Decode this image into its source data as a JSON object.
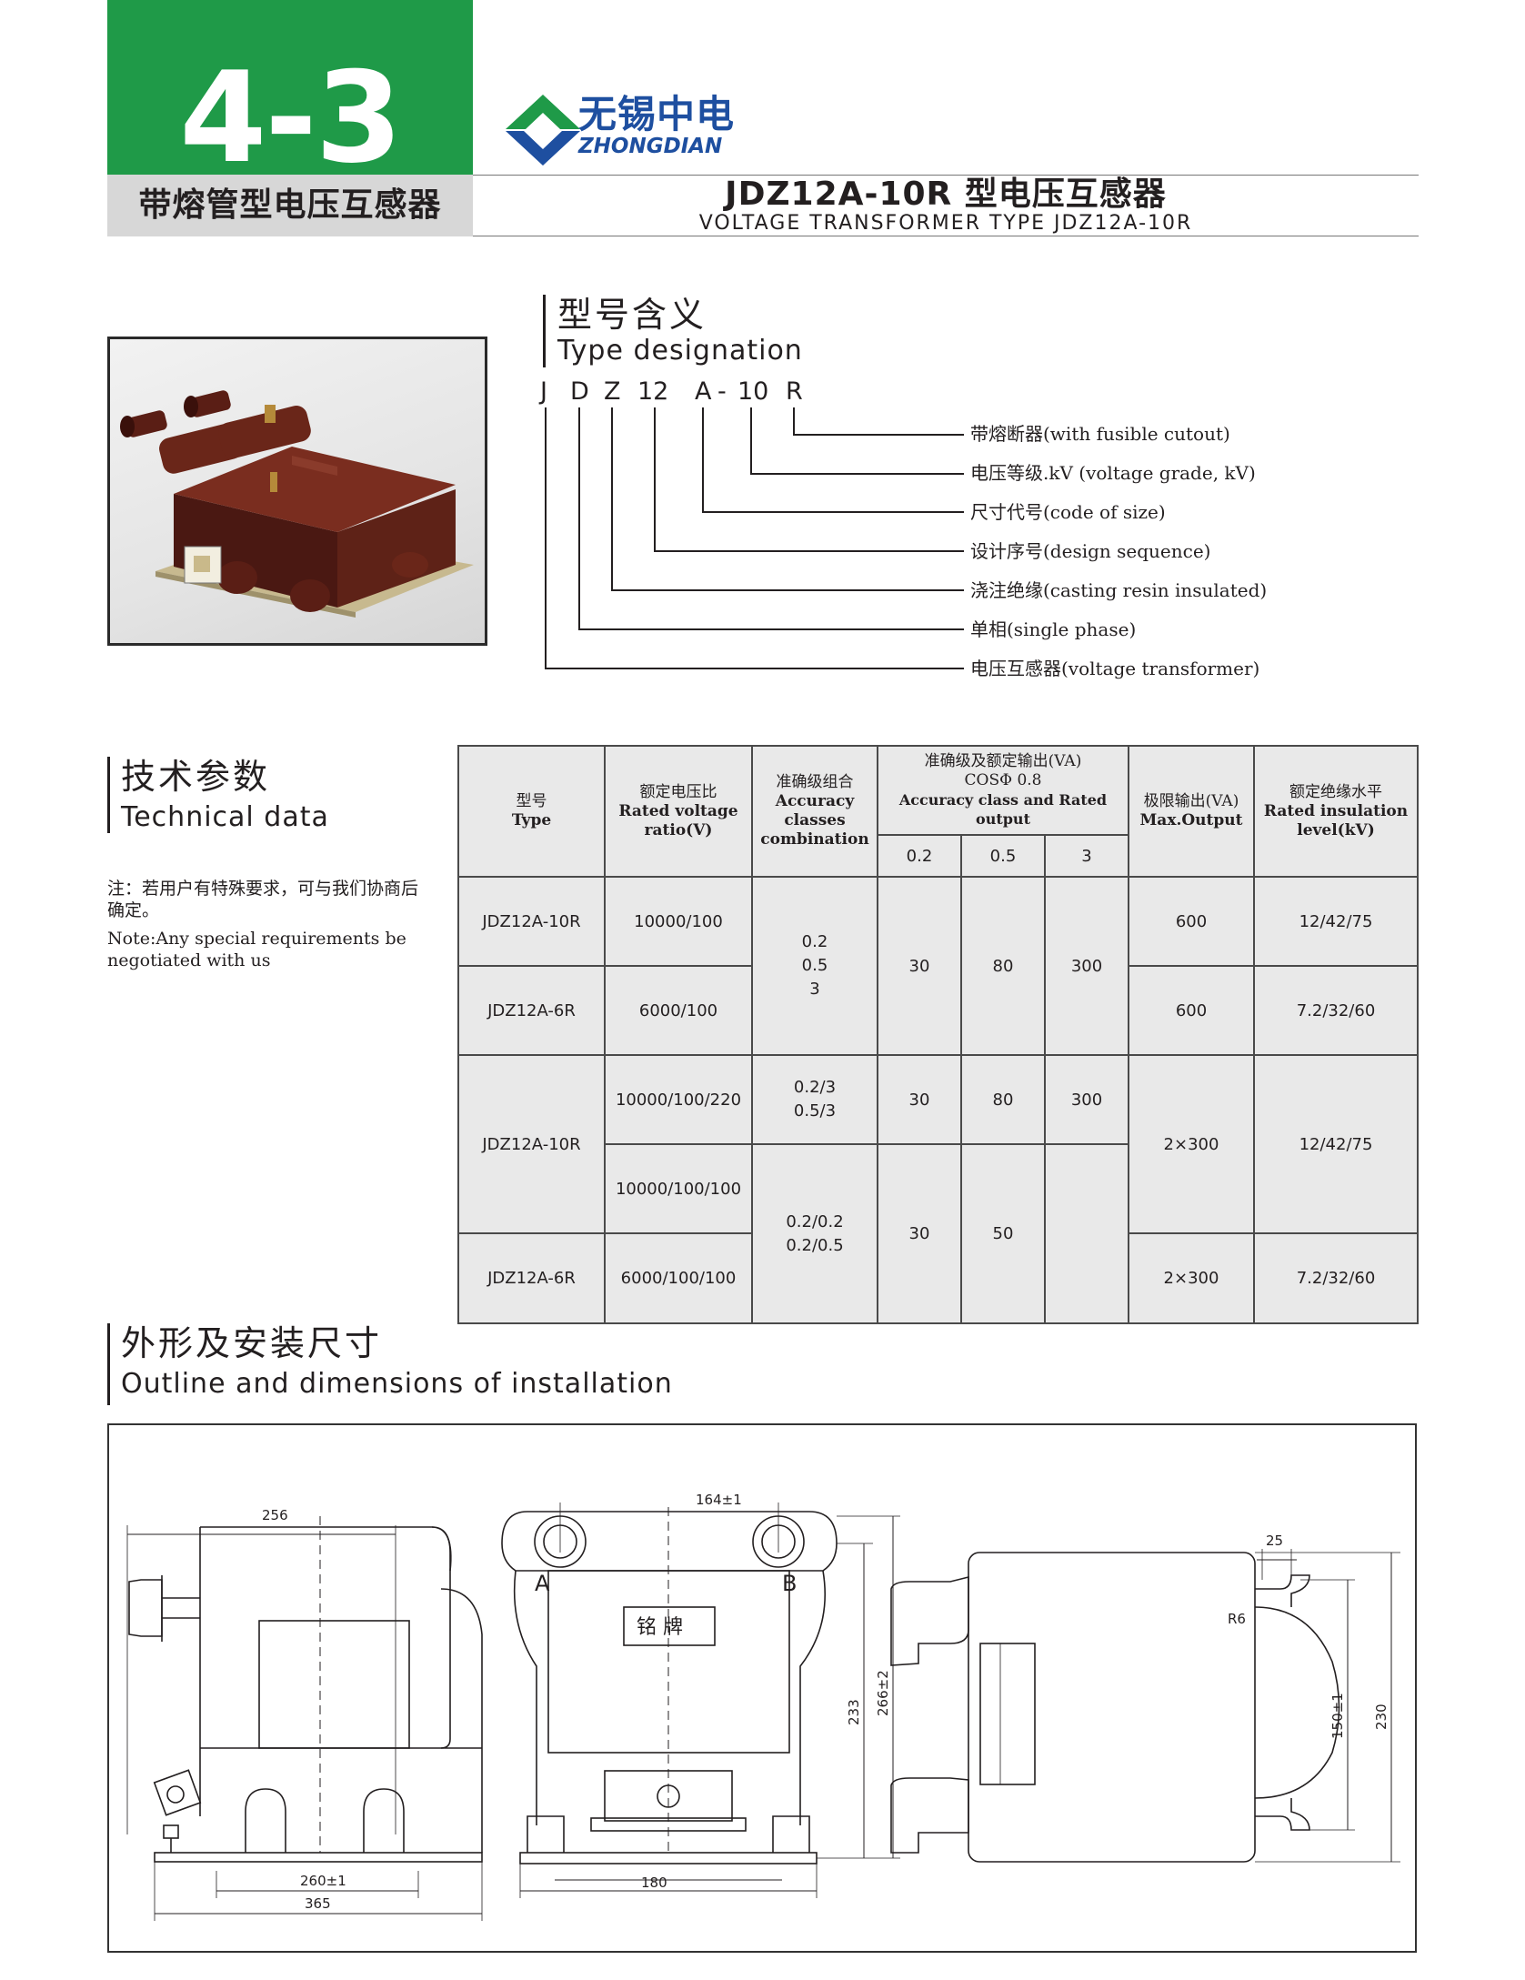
{
  "header": {
    "section_number": "4-3",
    "section_subtitle": "带熔管型电压互感器",
    "brand_cn": "无锡中电",
    "brand_en": "ZHONGDIAN",
    "title_cn": "JDZ12A-10R 型电压互感器",
    "title_en": "VOLTAGE TRANSFORMER TYPE JDZ12A-10R",
    "brand_color": "#1e4fa0",
    "accent_color": "#1f9a48"
  },
  "designation": {
    "heading_cn": "型号含义",
    "heading_en": "Type designation",
    "code": [
      "J",
      "D",
      "Z",
      "12",
      "A",
      "-",
      "10",
      "R"
    ],
    "items": [
      "带熔断器(with fusible cutout)",
      "电压等级.kV (voltage grade, kV)",
      "尺寸代号(code of size)",
      "设计序号(design sequence)",
      "浇注绝缘(casting resin insulated)",
      "单相(single phase)",
      "电压互感器(voltage transformer)"
    ]
  },
  "technical": {
    "heading_cn": "技术参数",
    "heading_en": "Technical data",
    "note_cn": "注：若用户有特殊要求，可与我们协商后确定。",
    "note_en": "Note:Any special requirements be negotiated with us"
  },
  "table": {
    "headers": {
      "type_cn": "型号",
      "type_en": "Type",
      "ratio_cn": "额定电压比",
      "ratio_en": "Rated voltage ratio(V)",
      "acc_cn": "准确级组合",
      "acc_en": "Accuracy classes combination",
      "out_cn": "准确级及额定输出(VA)",
      "out_cos": "COSΦ  0.8",
      "out_en": "Accuracy class and Rated output",
      "c1": "0.2",
      "c2": "0.5",
      "c3": "3",
      "max_cn": "极限输出(VA)",
      "max_en": "Max.Output",
      "ins_cn": "额定绝缘水平",
      "ins_en": "Rated insulation level(kV)"
    },
    "r1": {
      "type": "JDZ12A-10R",
      "ratio": "10000/100",
      "acc": "0.2\n0.5\n3",
      "v02": "30",
      "v05": "80",
      "v3": "300",
      "max": "600",
      "ins": "12/42/75"
    },
    "r2": {
      "type": "JDZ12A-6R",
      "ratio": "6000/100",
      "max": "600",
      "ins": "7.2/32/60"
    },
    "r3": {
      "type": "JDZ12A-10R",
      "ratio": "10000/100/220",
      "acc": "0.2/3\n0.5/3",
      "v02": "30",
      "v05": "80",
      "v3": "300",
      "max": "2×300",
      "ins": "12/42/75"
    },
    "r4": {
      "ratio": "10000/100/100",
      "acc": "0.2/0.2\n0.2/0.5",
      "v02": "30",
      "v05": "50"
    },
    "r5": {
      "type": "JDZ12A-6R",
      "ratio": "6000/100/100",
      "max": "2×300",
      "ins": "7.2/32/60"
    }
  },
  "outline": {
    "heading_cn": "外形及安装尺寸",
    "heading_en": "Outline and dimensions of installation",
    "dims": {
      "d256": "256",
      "d260": "260±1",
      "d365": "365",
      "d164": "164±1",
      "d180": "180",
      "d233": "233",
      "d266": "266±2",
      "label_a": "A",
      "label_b": "B",
      "plate": "铭  牌",
      "d25": "25",
      "r6": "R6",
      "d150": "150±1",
      "d230": "230"
    }
  }
}
